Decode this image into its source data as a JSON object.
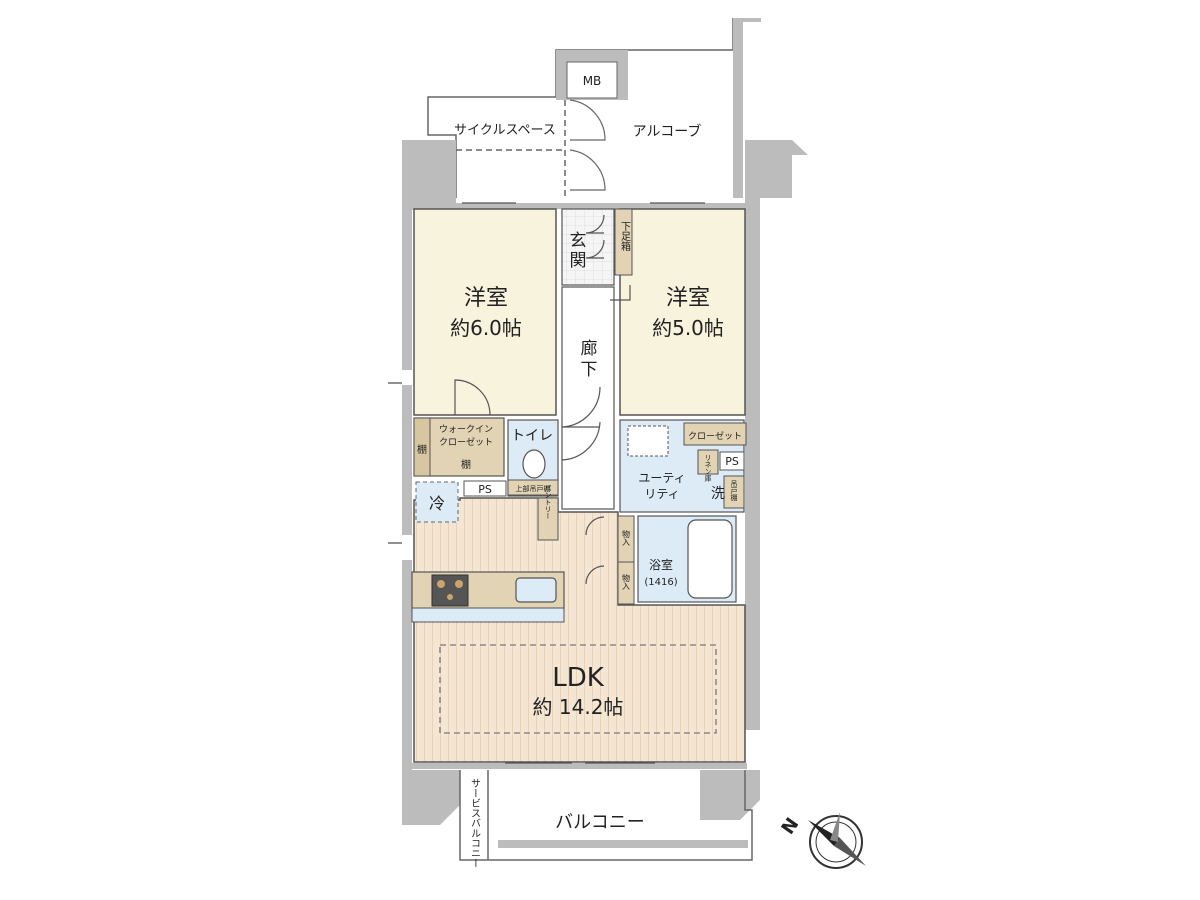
{
  "rooms": {
    "mb": "MB",
    "cycle_space": "サイクルスペース",
    "alcove": "アルコーブ",
    "genkan_1": "玄",
    "genkan_2": "関",
    "shoe_box": "下足箱",
    "western_1_title": "洋室",
    "western_1_size": "約6.0帖",
    "western_2_title": "洋室",
    "western_2_size": "約5.0帖",
    "corridor_1": "廊",
    "corridor_2": "下",
    "walkin_1": "ウォークイン",
    "walkin_2": "クローゼット",
    "shelf_left": "棚",
    "shelf_bottom": "棚",
    "toilet": "トイレ",
    "toilet_shelf": "上部吊戸棚",
    "ps_left": "PS",
    "ps_right": "PS",
    "closet": "クローゼット",
    "linen": "リネン庫",
    "utility_1": "ユーティ",
    "utility_2": "リティ",
    "wash": "洗",
    "hanging": "吊戸棚",
    "fridge": "冷",
    "pantry": "パントリー",
    "storage_1": "物入",
    "storage_2": "物入",
    "bath": "浴室",
    "bath_size": "(1416)",
    "ldk": "LDK",
    "ldk_size": "約 14.2帖",
    "service_balcony": "サービスバルコニー",
    "balcony": "バルコニー"
  },
  "compass": {
    "label": "N"
  },
  "colors": {
    "room_fill": "#f7f3dd",
    "floor_wood": "#f3e4cf",
    "water_fill": "#dcebf5",
    "storage_fill": "#e1d3b3",
    "wall": "#bcbcbc"
  }
}
